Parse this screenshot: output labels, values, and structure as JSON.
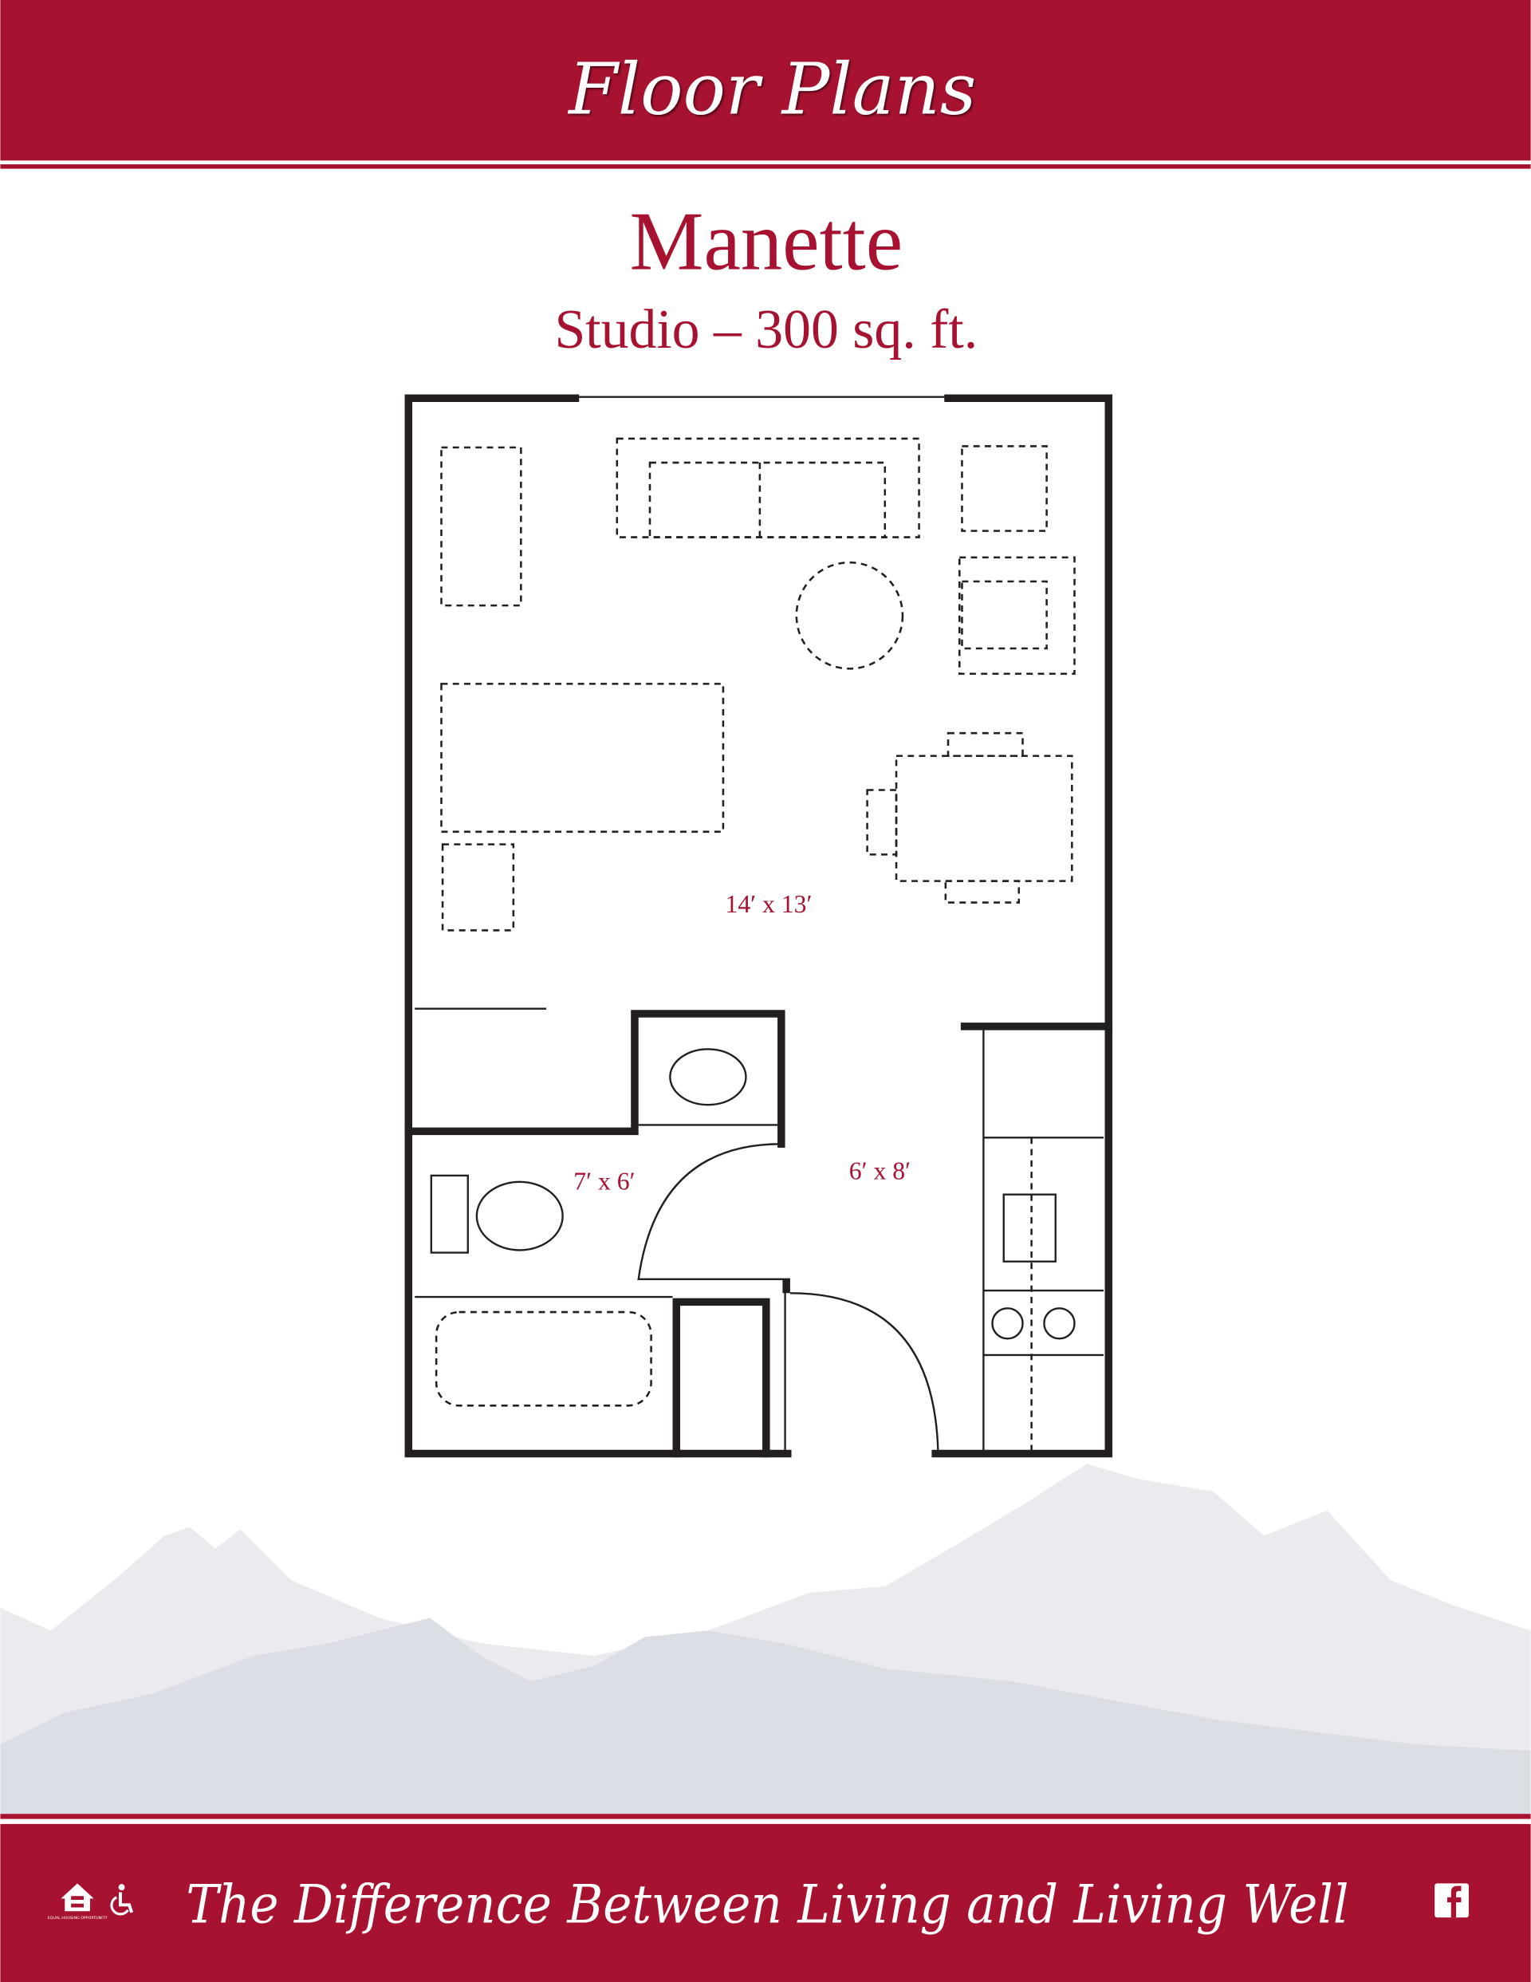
{
  "header": {
    "title": "Floor Plans"
  },
  "plan": {
    "name": "Manette",
    "subtitle": "Studio – 300 sq. ft.",
    "rooms": [
      {
        "label": "14′ x 13′"
      },
      {
        "label": "7′ x 6′"
      },
      {
        "label": "6′ x 8′"
      }
    ]
  },
  "footer": {
    "tagline": "The Difference Between Living and Living Well",
    "icons": [
      "equal-housing-icon",
      "wheelchair-accessible-icon",
      "facebook-icon"
    ],
    "equal_housing_text": "EQUAL HOUSING OPPORTUNITY"
  },
  "colors": {
    "brand": "#a6122f",
    "mountain_light": "#ebebef",
    "mountain_dark": "#dcdee5"
  }
}
